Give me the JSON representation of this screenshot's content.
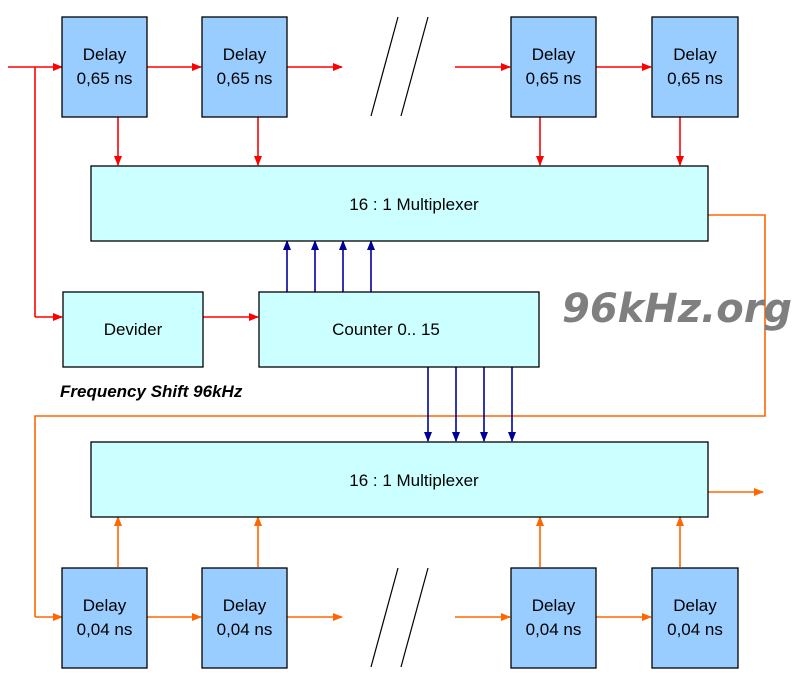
{
  "colors": {
    "delay_fill": "#99ccff",
    "mux_fill": "#ccffff",
    "red_line": "#ff0000",
    "orange_line": "#ff6600",
    "blue_line": "#000099",
    "watermark": "#7f7f7f"
  },
  "top_delays": {
    "line1": [
      "Delay",
      "Delay",
      "Delay",
      "Delay"
    ],
    "line2": [
      "0,65 ns",
      "0,65 ns",
      "0,65 ns",
      "0,65 ns"
    ]
  },
  "bottom_delays": {
    "line1": [
      "Delay",
      "Delay",
      "Delay",
      "Delay"
    ],
    "line2": [
      "0,04 ns",
      "0,04 ns",
      "0,04 ns",
      "0,04 ns"
    ]
  },
  "top_mux_label": "16 : 1 Multiplexer",
  "bottom_mux_label": "16 : 1 Multiplexer",
  "divider_label": "Devider",
  "counter_label": "Counter 0.. 15",
  "caption": "Frequency Shift 96kHz",
  "watermark": "96kHz.org"
}
